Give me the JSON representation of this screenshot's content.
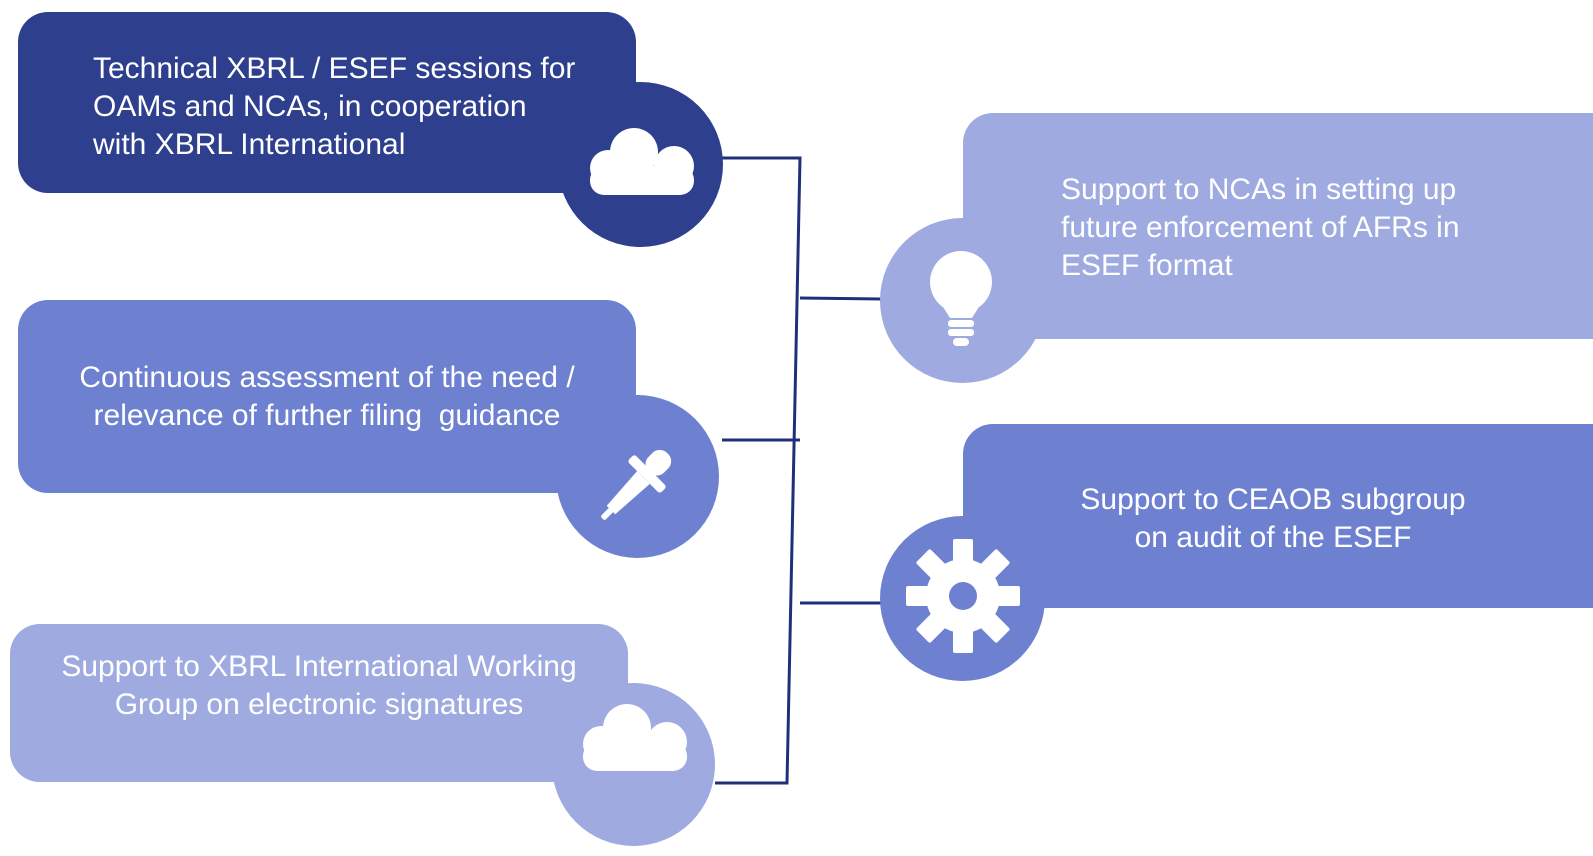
{
  "colors": {
    "dark": "#2e3f8e",
    "medium": "#6e81d1",
    "light": "#9eaae0",
    "line": "#1f2f79",
    "icon": "#ffffff"
  },
  "cards": [
    {
      "text": "Technical XBRL / ESEF sessions for\nOAMs and NCAs, in cooperation\nwith XBRL International",
      "icon": "cloud-icon",
      "shade": "dark"
    },
    {
      "text": "Continuous assessment of the need /\nrelevance of further filing  guidance",
      "icon": "dropper-icon",
      "shade": "medium"
    },
    {
      "text": "Support to XBRL International Working\nGroup on electronic signatures",
      "icon": "cloud-icon",
      "shade": "light"
    },
    {
      "text": "Support to NCAs in setting up\nfuture enforcement of AFRs in\nESEF format",
      "icon": "lightbulb-icon",
      "shade": "light"
    },
    {
      "text": "Support to CEAOB subgroup\non audit of the ESEF",
      "icon": "gear-icon",
      "shade": "medium"
    }
  ]
}
